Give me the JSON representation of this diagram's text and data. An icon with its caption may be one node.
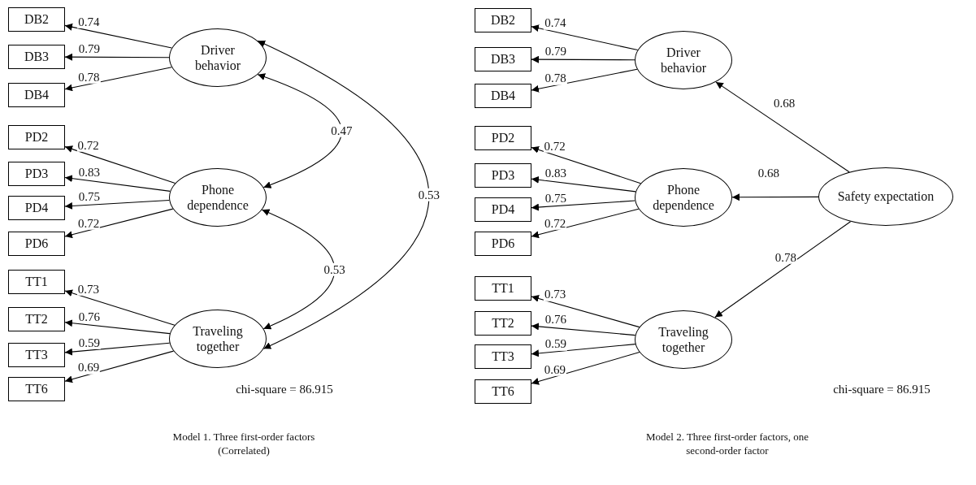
{
  "diagram": {
    "nodes": [
      {
        "text": [
          "DB2"
        ]
      },
      {
        "text": [
          "DB3"
        ]
      },
      {
        "text": [
          "DB4"
        ]
      },
      {
        "text": [
          "PD2"
        ]
      },
      {
        "text": [
          "PD3"
        ]
      },
      {
        "text": [
          "PD4"
        ]
      },
      {
        "text": [
          "PD6"
        ]
      },
      {
        "text": [
          "TT1"
        ]
      },
      {
        "text": [
          "TT2"
        ]
      },
      {
        "text": [
          "TT3"
        ]
      },
      {
        "text": [
          "TT6"
        ]
      },
      {
        "text": [
          "Driver behavior"
        ]
      },
      {
        "text": [
          "Phone dependence"
        ]
      },
      {
        "text": [
          "Traveling together"
        ]
      },
      {
        "text": [
          "DB2"
        ]
      },
      {
        "text": [
          "DB3"
        ]
      },
      {
        "text": [
          "DB4"
        ]
      },
      {
        "text": [
          "PD2"
        ]
      },
      {
        "text": [
          "PD3"
        ]
      },
      {
        "text": [
          "PD4"
        ]
      },
      {
        "text": [
          "PD6"
        ]
      },
      {
        "text": [
          "TT1"
        ]
      },
      {
        "text": [
          "TT2"
        ]
      },
      {
        "text": [
          "TT3"
        ]
      },
      {
        "text": [
          "TT6"
        ]
      },
      {
        "text": [
          "Driver behavior"
        ]
      },
      {
        "text": [
          "Phone dependence"
        ]
      },
      {
        "text": [
          "Traveling together"
        ]
      },
      {
        "text": [
          "Safety expectation"
        ]
      }
    ],
    "edges": [
      {
        "from": 11,
        "to": 0,
        "arrow": "to",
        "label": "0.74"
      },
      {
        "from": 11,
        "to": 1,
        "arrow": "to",
        "label": "0.79"
      },
      {
        "from": 11,
        "to": 2,
        "arrow": "to",
        "label": "0.78"
      },
      {
        "from": 12,
        "to": 3,
        "arrow": "to",
        "label": "0.72"
      },
      {
        "from": 12,
        "to": 4,
        "arrow": "to",
        "label": "0.83"
      },
      {
        "from": 12,
        "to": 5,
        "arrow": "to",
        "label": "0.75"
      },
      {
        "from": 12,
        "to": 6,
        "arrow": "to",
        "label": "0.72"
      },
      {
        "from": 13,
        "to": 7,
        "arrow": "to",
        "label": "0.73"
      },
      {
        "from": 13,
        "to": 8,
        "arrow": "to",
        "label": "0.76"
      },
      {
        "from": 13,
        "to": 9,
        "arrow": "to",
        "label": "0.59"
      },
      {
        "from": 13,
        "to": 10,
        "arrow": "to",
        "label": "0.69"
      },
      {
        "from": 11,
        "to": 12,
        "arrow": "both",
        "label": "0.47"
      },
      {
        "from": 12,
        "to": 13,
        "arrow": "both",
        "label": "0.53"
      },
      {
        "from": 11,
        "to": 13,
        "arrow": "both",
        "label": "0.53"
      },
      {
        "from": 25,
        "to": 14,
        "arrow": "to",
        "label": "0.74"
      },
      {
        "from": 25,
        "to": 15,
        "arrow": "to",
        "label": "0.79"
      },
      {
        "from": 25,
        "to": 16,
        "arrow": "to",
        "label": "0.78"
      },
      {
        "from": 26,
        "to": 17,
        "arrow": "to",
        "label": "0.72"
      },
      {
        "from": 26,
        "to": 18,
        "arrow": "to",
        "label": "0.83"
      },
      {
        "from": 26,
        "to": 19,
        "arrow": "to",
        "label": "0.75"
      },
      {
        "from": 26,
        "to": 20,
        "arrow": "to",
        "label": "0.72"
      },
      {
        "from": 27,
        "to": 21,
        "arrow": "to",
        "label": "0.73"
      },
      {
        "from": 27,
        "to": 22,
        "arrow": "to",
        "label": "0.76"
      },
      {
        "from": 27,
        "to": 23,
        "arrow": "to",
        "label": "0.59"
      },
      {
        "from": 27,
        "to": 24,
        "arrow": "to",
        "label": "0.69"
      },
      {
        "from": 28,
        "to": 25,
        "arrow": "to",
        "label": "0.68"
      },
      {
        "from": 28,
        "to": 26,
        "arrow": "to",
        "label": "0.68"
      },
      {
        "from": 28,
        "to": 27,
        "arrow": "to",
        "label": "0.78"
      }
    ],
    "labels": [
      "chi-square = 86.915",
      "chi-square = 86.915",
      "Model 1. Three first-order factors (Correlated)",
      "Model 2. Three first-order factors, one second-order factor"
    ]
  }
}
